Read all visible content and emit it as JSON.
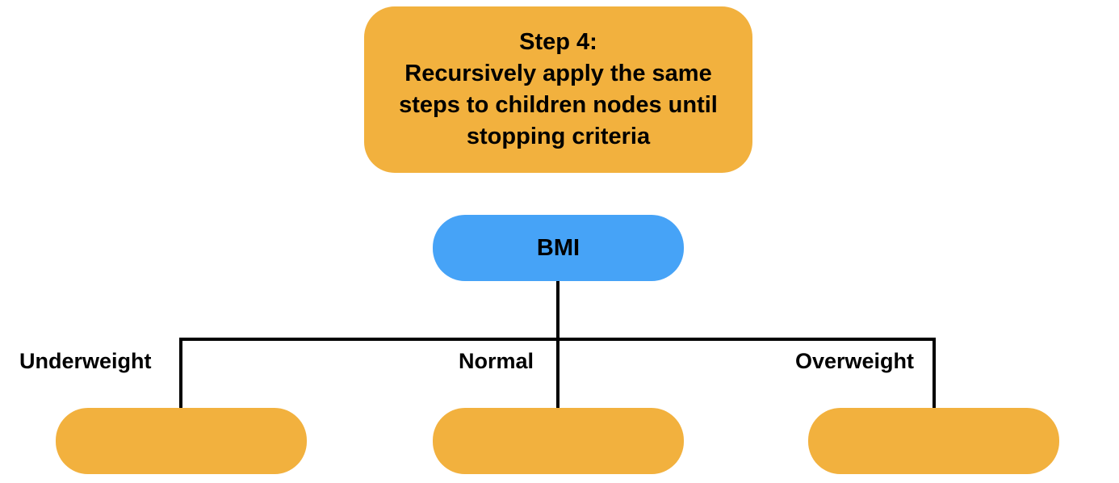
{
  "colors": {
    "step_box": "#F2B13E",
    "root_node": "#46A3F7",
    "child_node": "#F2B13E",
    "edges": "#000000"
  },
  "step": {
    "lines": [
      "Step 4:",
      "Recursively apply the same",
      "steps to children nodes until",
      "stopping criteria"
    ]
  },
  "tree": {
    "root_label": "BMI",
    "branches": [
      {
        "label": "Underweight"
      },
      {
        "label": "Normal"
      },
      {
        "label": "Overweight"
      }
    ]
  }
}
